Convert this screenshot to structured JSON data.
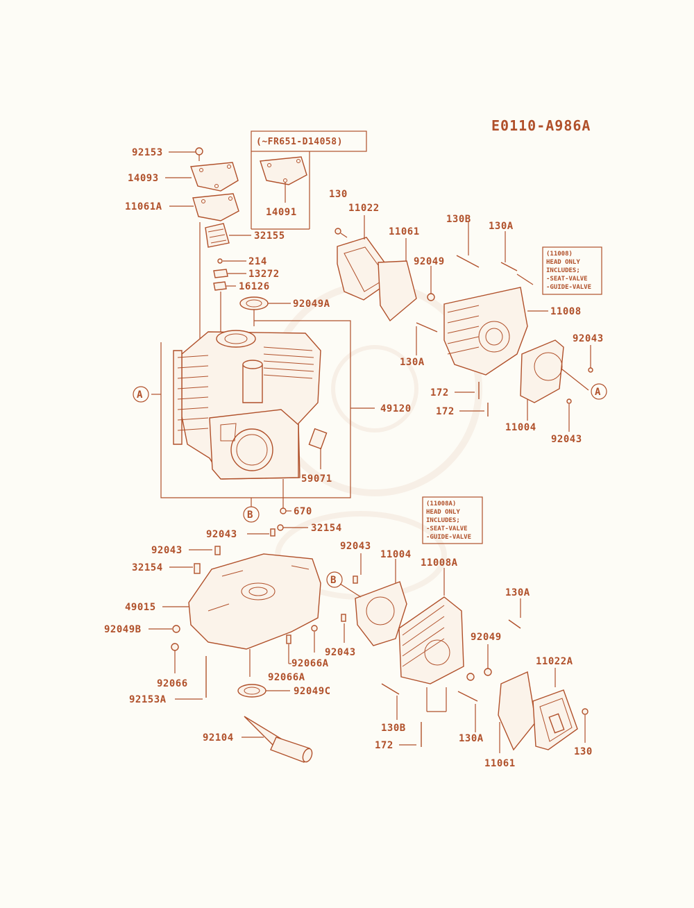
{
  "diagram_code": "E0110-A986A",
  "version_note": "(~FR651-D14058)",
  "callouts": {
    "A": "A",
    "B": "B"
  },
  "notes": {
    "n11008": [
      "(11008)",
      "HEAD ONLY",
      "INCLUDES;",
      "-SEAT-VALVE",
      "-GUIDE-VALVE"
    ],
    "n11008A": [
      "(11008A)",
      "HEAD ONLY",
      "INCLUDES;",
      "-SEAT-VALVE",
      "-GUIDE-VALVE"
    ]
  },
  "parts": {
    "p92153": "92153",
    "p14093": "14093",
    "p11061A": "11061A",
    "p32155": "32155",
    "p214": "214",
    "p13272": "13272",
    "p16126": "16126",
    "p92049A": "92049A",
    "p14091": "14091",
    "p130_top": "130",
    "p11022": "11022",
    "p11061_top": "11061",
    "p130B_top": "130B",
    "p130A_top": "130A",
    "p92049_top": "92049",
    "p11008": "11008",
    "p92043_r1": "92043",
    "p130A_mid": "130A",
    "p172_a": "172",
    "p172_b": "172",
    "p11004_top": "11004",
    "p92043_r2": "92043",
    "p49120": "49120",
    "p59071": "59071",
    "p670": "670",
    "p92043_c": "92043",
    "p32154_a": "32154",
    "p92043_l": "92043",
    "p32154_b": "32154",
    "p49015": "49015",
    "p92049B": "92049B",
    "p92066A_a": "92066A",
    "p92066A_b": "92066A",
    "p92066": "92066",
    "p92049C": "92049C",
    "p92153A": "92153A",
    "p92104": "92104",
    "p92043_b1": "92043",
    "p11004_bot": "11004",
    "p11008A": "11008A",
    "p92043_b2": "92043",
    "p130A_b1": "130A",
    "p92049_bot": "92049",
    "p11022A": "11022A",
    "p130B_bot": "130B",
    "p130A_b2": "130A",
    "p172_c": "172",
    "p11061_bot": "11061",
    "p130_bot": "130"
  }
}
